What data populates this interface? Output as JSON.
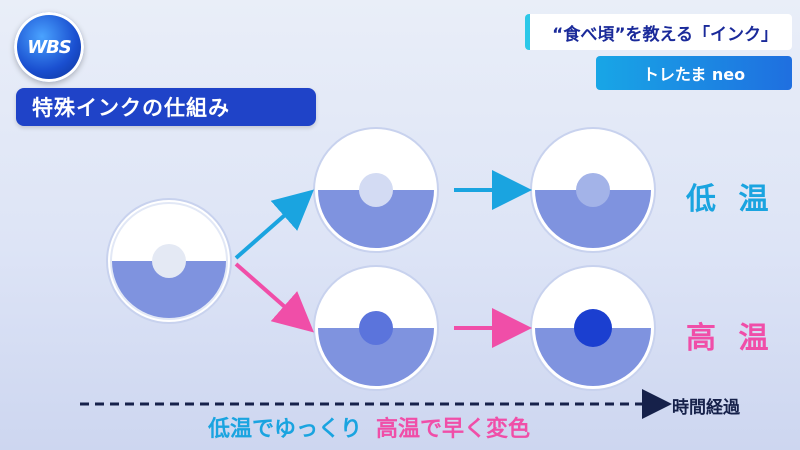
{
  "logo": {
    "text": "WBS"
  },
  "title": "特殊インクの仕組み",
  "topic": "“食べ頃”を教える「インク」",
  "program": "トレたま neo",
  "diagram": {
    "low_label": "低 温",
    "high_label": "高 温",
    "time_axis_label": "時間経過",
    "caption_low": "低温でゆっくり",
    "caption_high": "高温で早く変色",
    "colors": {
      "low_arrow": "#1aa4e0",
      "high_arrow": "#f04ea8",
      "disk_top": "#ffffff",
      "disk_bottom": "#7f93df",
      "dot_initial": "#e4e9f4",
      "dot_low_mid": "#d3dbf3",
      "dot_low_end": "#a3b3e8",
      "dot_high_mid": "#5b74dc",
      "dot_high_end": "#1b3fd0"
    }
  }
}
